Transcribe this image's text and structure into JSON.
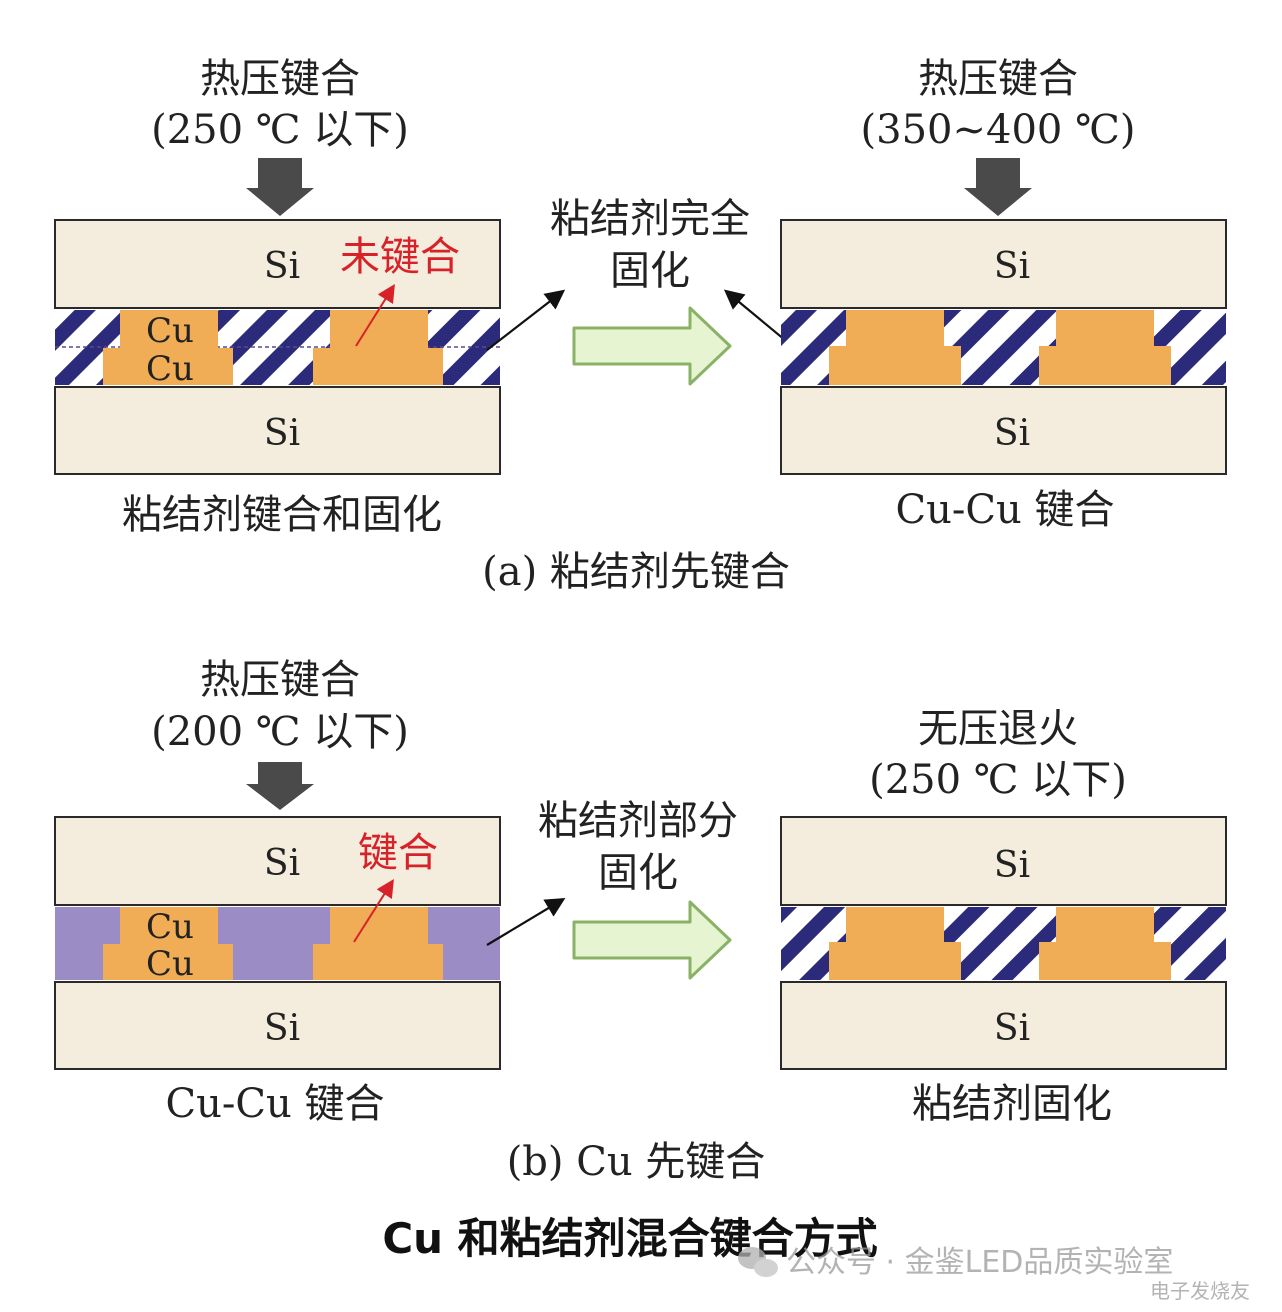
{
  "colors": {
    "silicon": "#f4ecdc",
    "copper": "#f0ad55",
    "adhesive_stripe": "#2c2a7a",
    "adhesive_uncured": "#9c8cc6",
    "press_arrow": "#4a4a4a",
    "process_arrow_fill": "#e6f4d2",
    "process_arrow_stroke": "#8ab266",
    "highlight_text": "#d8222a"
  },
  "panel_a": {
    "left_heading_line1": "热压键合",
    "left_heading_line2": "(250 ℃ 以下)",
    "right_heading_line1": "热压键合",
    "right_heading_line2": "(350~400 ℃)",
    "si_top_left": "Si",
    "si_bottom_left": "Si",
    "si_top_right": "Si",
    "si_bottom_right": "Si",
    "cu_top": "Cu",
    "cu_bottom": "Cu",
    "unbonded_label": "未键合",
    "middle_note_line1": "粘结剂完全",
    "middle_note_line2": "固化",
    "left_caption": "粘结剂键合和固化",
    "right_caption": "Cu-Cu 键合",
    "subtitle": "(a) 粘结剂先键合"
  },
  "panel_b": {
    "left_heading_line1": "热压键合",
    "left_heading_line2": "(200 ℃ 以下)",
    "right_heading_line1": "无压退火",
    "right_heading_line2": "(250 ℃ 以下)",
    "si_top_left": "Si",
    "si_bottom_left": "Si",
    "si_top_right": "Si",
    "si_bottom_right": "Si",
    "cu_top": "Cu",
    "cu_bottom": "Cu",
    "bonded_label": "键合",
    "middle_note_line1": "粘结剂部分",
    "middle_note_line2": "固化",
    "left_caption": "Cu-Cu 键合",
    "right_caption": "粘结剂固化",
    "subtitle": "(b) Cu 先键合"
  },
  "figure_title": "Cu 和粘结剂混合键合方式",
  "watermark": {
    "text": "公众号 · 金鉴LED品质实验室",
    "site_text": "电子发烧友",
    "wechat_icon": "wechat-icon"
  }
}
